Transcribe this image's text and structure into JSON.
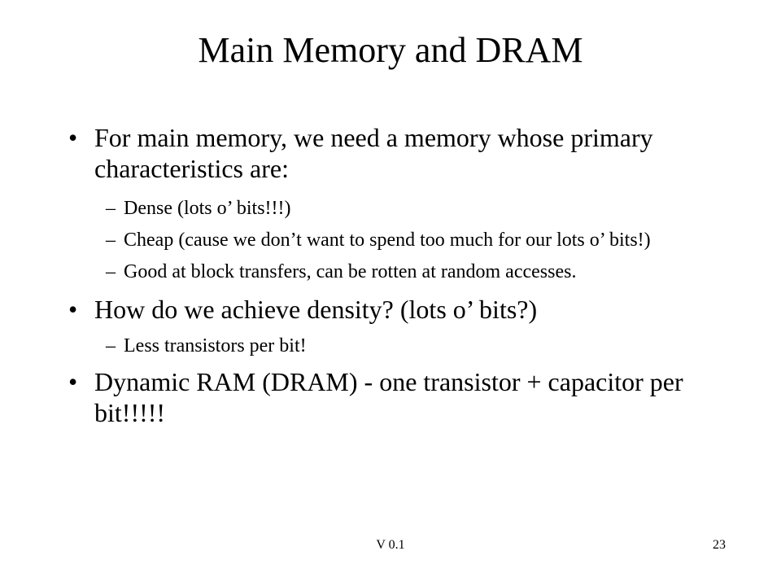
{
  "title": "Main Memory and DRAM",
  "bullet_char": "•",
  "dash_char": "–",
  "bullets": [
    {
      "text": "For main memory, we need a memory whose primary characteristics are:"
    },
    {
      "text": "How do we achieve density? (lots o’ bits?)"
    },
    {
      "text": "Dynamic RAM (DRAM) -  one transistor + capacitor per bit!!!!!"
    }
  ],
  "subbullets": [
    {
      "text": "Dense (lots o’ bits!!!)"
    },
    {
      "text": "Cheap (cause we don’t want to spend too much for our lots o’ bits!)"
    },
    {
      "text": "Good at block transfers, can be rotten at random accesses."
    },
    {
      "text": "Less transistors per bit!"
    }
  ],
  "footer": {
    "version": "V 0.1",
    "page_number": "23"
  }
}
